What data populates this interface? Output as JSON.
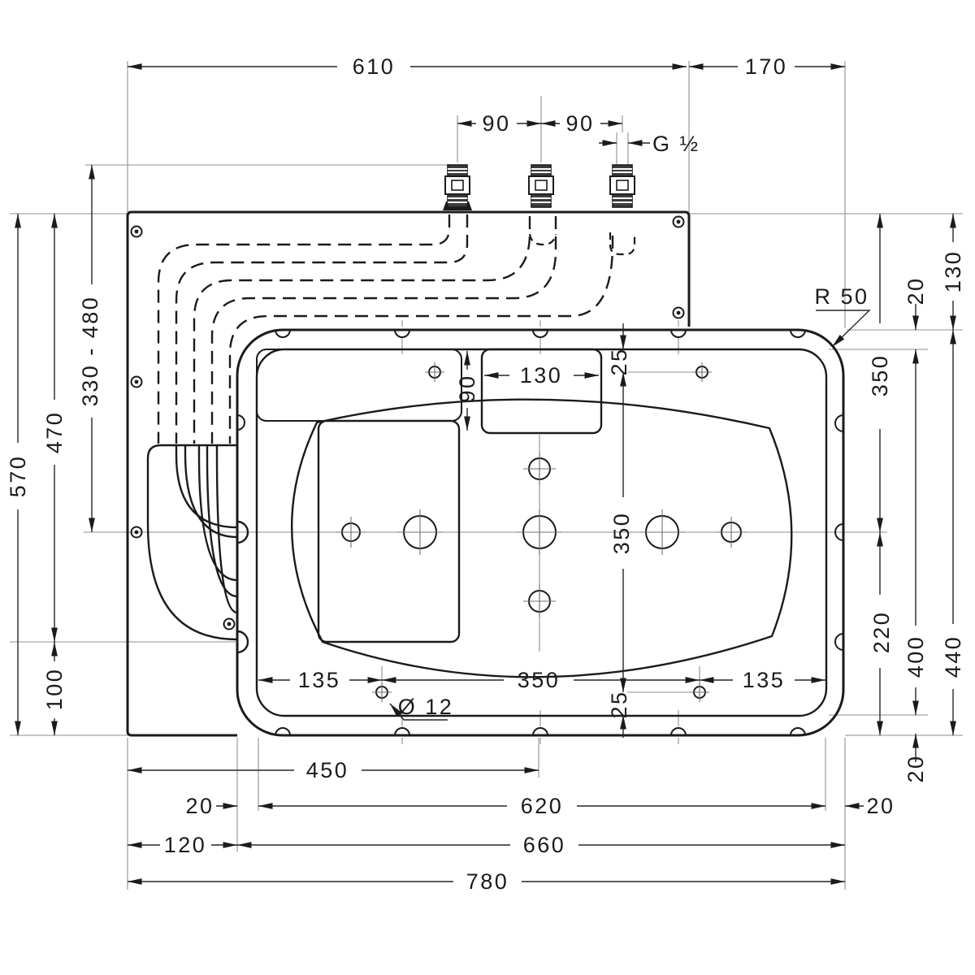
{
  "drawing_type": "installation dimension drawing (concealed shower basic set, top view)",
  "units_note": "mm",
  "dimensions": {
    "plate_width": "610",
    "right_extension": "170",
    "connector_spacing_left": "90",
    "connector_spacing_right": "90",
    "thread_size": "G ½",
    "plate_height": "570",
    "height_to_lower_port": "470",
    "hose_range": "330 - 480",
    "lower_port_to_bottom": "100",
    "corner_radius": "R 50",
    "top_box_width": "130",
    "chamber_height": "90",
    "inset_top": "25",
    "screw_rows_spacing": "350",
    "inset_bottom": "25",
    "top_to_center": "350",
    "center_to_bottom": "220",
    "edge_gap_top": "20",
    "inner_frame_height": "400",
    "edge_gap_bottom": "20",
    "plate_top_to_body": "130",
    "body_height": "440",
    "screw_left_offset": "135",
    "screw_spacing": "350",
    "screw_right_offset": "135",
    "screw_hole_diameter": "Ø 12",
    "left_to_center": "450",
    "inner_frame_width": "620",
    "edge_gap_right": "20",
    "edge_gap_left": "20",
    "left_offset": "120",
    "body_width": "660",
    "total_width": "780"
  }
}
